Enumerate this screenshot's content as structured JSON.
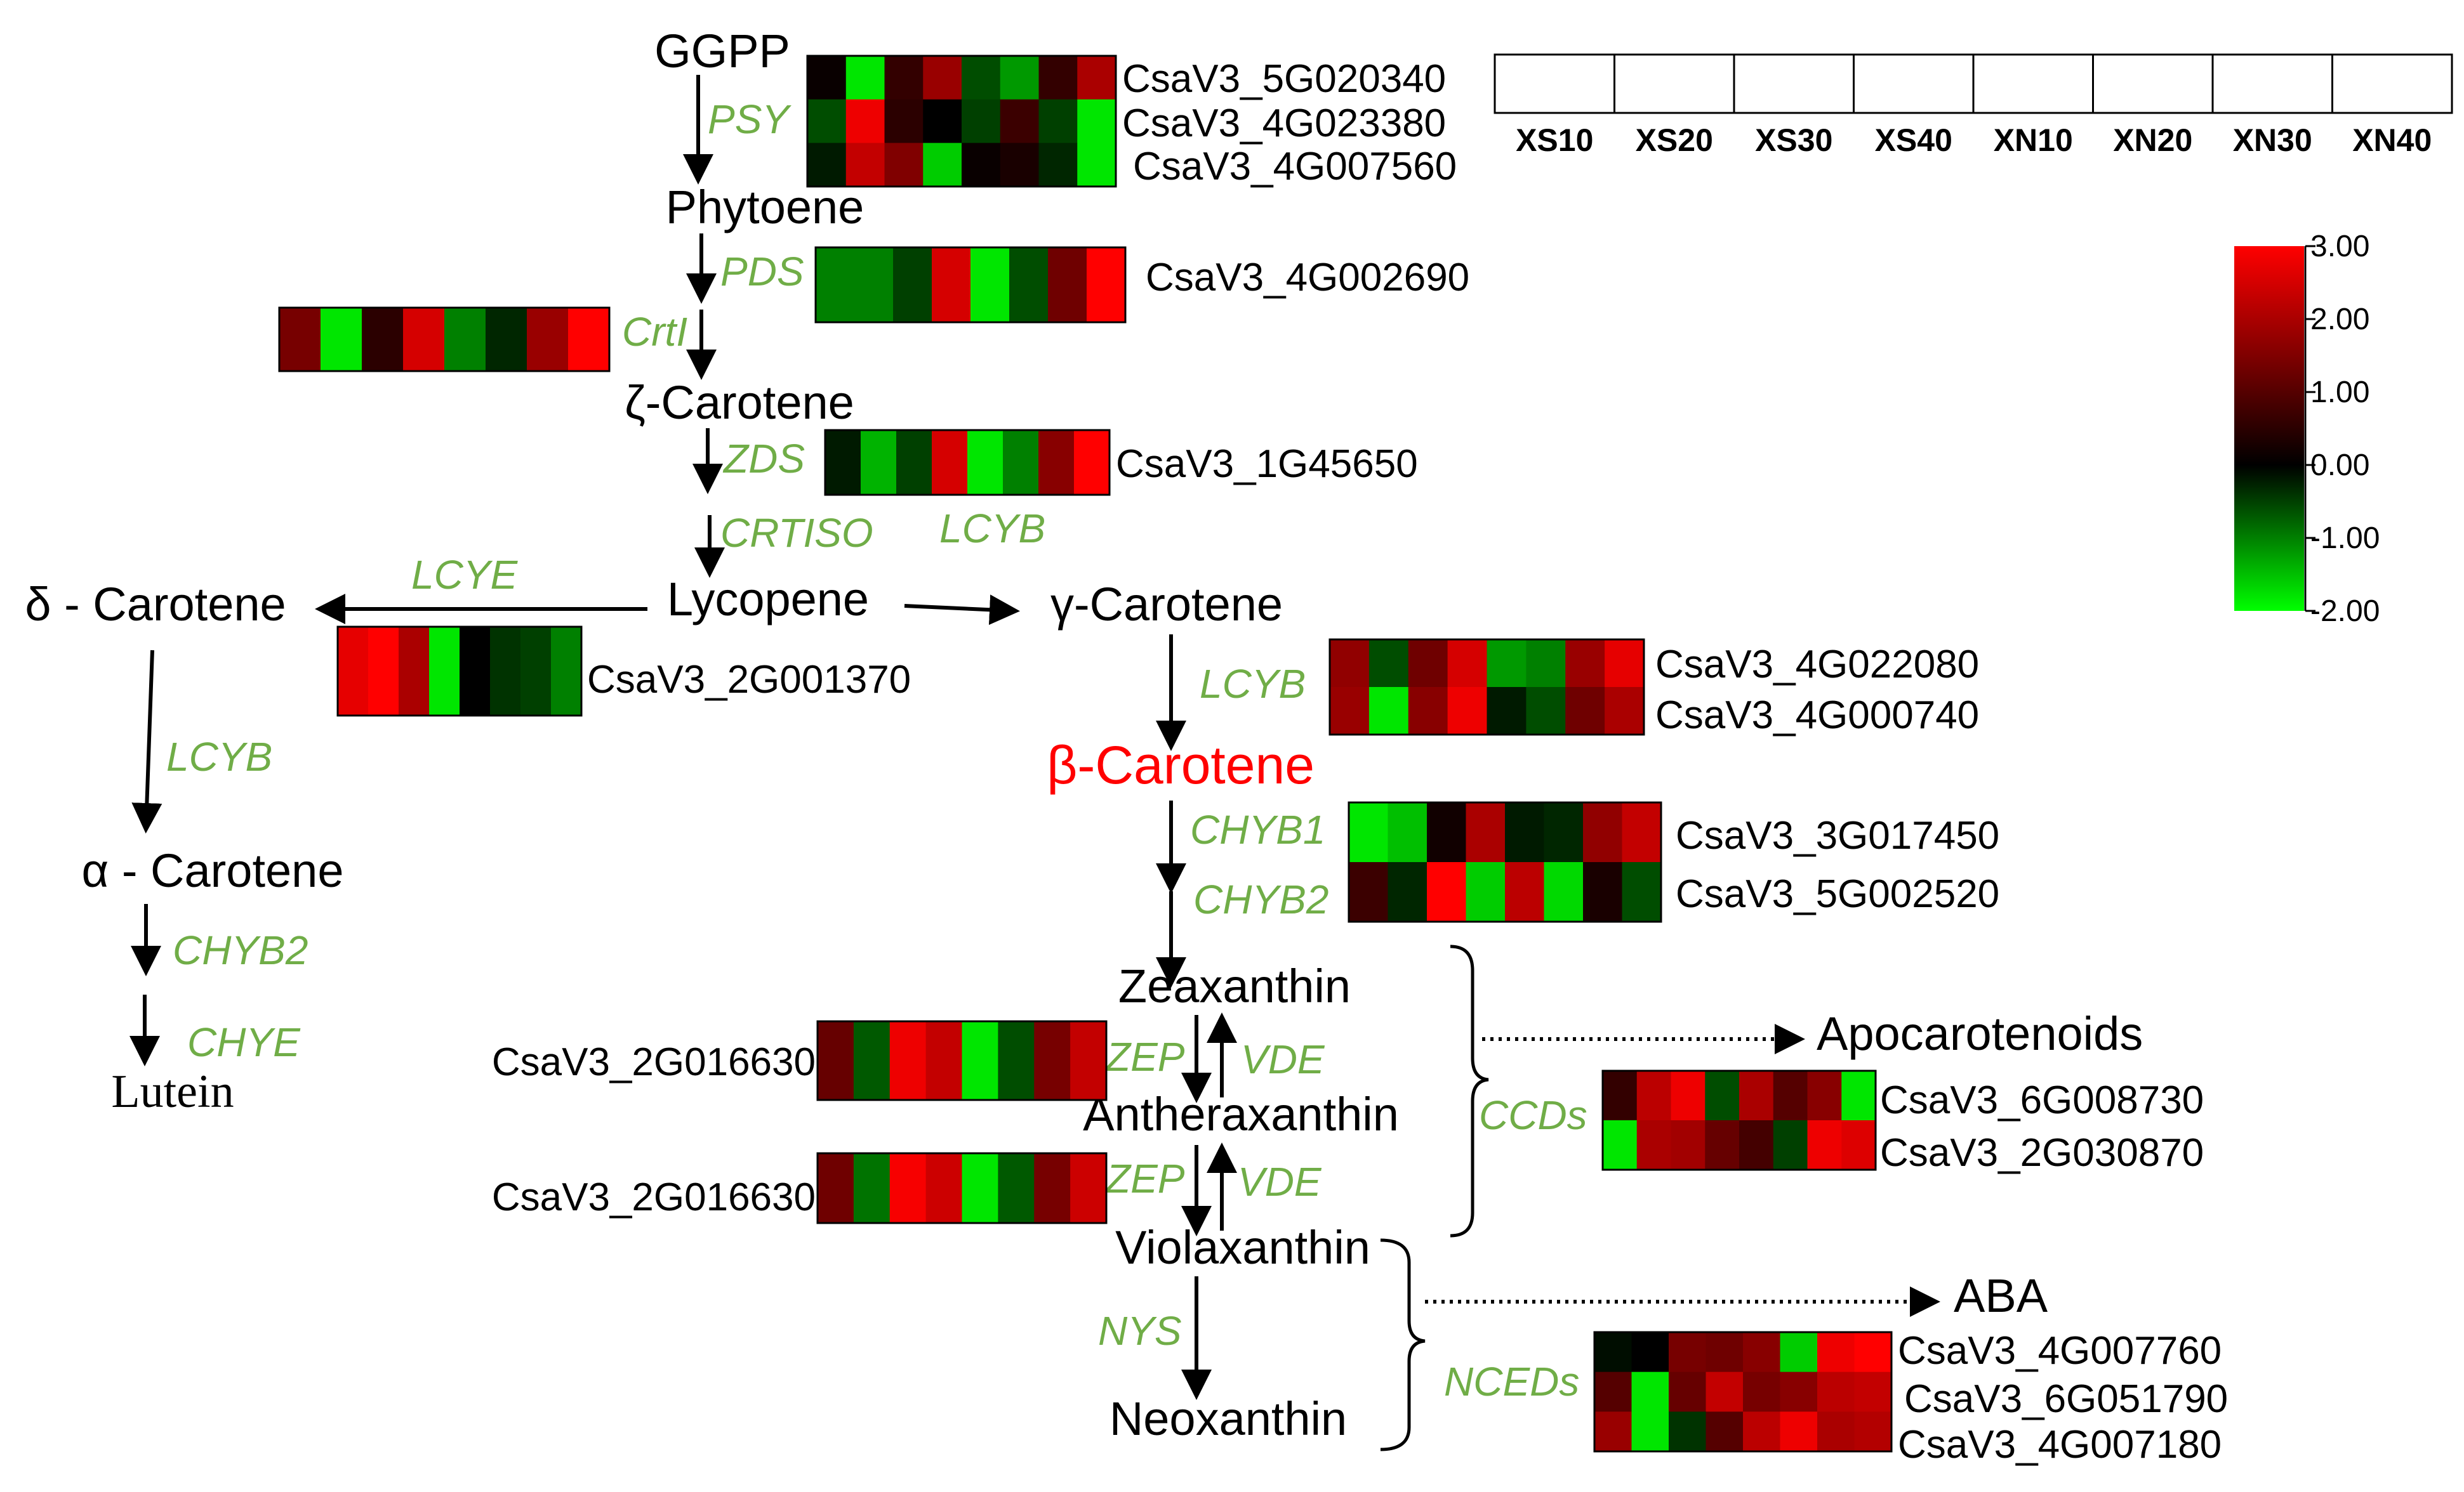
{
  "metabolites": {
    "ggpp": "GGPP",
    "phytoene": "Phytoene",
    "zeta_carotene": "ζ-Carotene",
    "lycopene": "Lycopene",
    "delta_carotene": "δ - Carotene",
    "gamma_carotene": "γ-Carotene",
    "beta_carotene": "β-Carotene",
    "alpha_carotene": "α - Carotene",
    "lutein": "Lutein",
    "zeaxanthin": "Zeaxanthin",
    "antheraxanthin": "Antheraxanthin",
    "violaxanthin": "Violaxanthin",
    "neoxanthin": "Neoxanthin",
    "apocarotenoids": "Apocarotenoids",
    "aba": "ABA"
  },
  "enzymes": {
    "psy": "PSY",
    "pds": "PDS",
    "crti": "CrtI",
    "zds": "ZDS",
    "crtiso": "CRTISO",
    "lcyb_top": "LCYB",
    "lcye": "LCYE",
    "lcyb_left": "LCYB",
    "lcyb_right": "LCYB",
    "chyb2_left": "CHYB2",
    "chye": "CHYE",
    "chyb1": "CHYB1",
    "chyb2_right": "CHYB2",
    "zep1": "ZEP",
    "vde1": "VDE",
    "zep2": "ZEP",
    "vde2": "VDE",
    "ccds": "CCDs",
    "nys": "NYS",
    "nceds": "NCEDs"
  },
  "samples": [
    "XS10",
    "XS20",
    "XS30",
    "XS40",
    "XN10",
    "XN20",
    "XN30",
    "XN40"
  ],
  "color_scale": {
    "ticks": [
      "3.00",
      "2.00",
      "1.00",
      "0.00",
      "-1.00",
      "-2.00"
    ],
    "min": -2,
    "max": 3,
    "low_color": "#00FF00",
    "mid_color": "#000000",
    "high_color": "#FF0000"
  },
  "heatmaps": {
    "psy": {
      "genes": [
        "CsaV3_5G020340",
        "CsaV3_4G023380",
        "CsaV3_4G007560"
      ],
      "values": [
        [
          0.1,
          -1.8,
          0.6,
          1.8,
          -0.6,
          -1.2,
          0.6,
          2.0
        ],
        [
          -0.6,
          2.8,
          0.5,
          0.0,
          -0.5,
          0.7,
          -0.5,
          -1.8
        ],
        [
          -0.2,
          2.3,
          1.5,
          -1.6,
          0.1,
          0.3,
          -0.3,
          -1.8
        ]
      ]
    },
    "pds": {
      "genes": [
        "CsaV3_4G002690"
      ],
      "values": [
        [
          -1.0,
          -1.0,
          -0.5,
          2.5,
          -1.8,
          -0.6,
          1.3,
          3.0
        ]
      ]
    },
    "crti": {
      "genes": [],
      "values": [
        [
          1.4,
          -1.8,
          0.5,
          2.5,
          -1.0,
          -0.3,
          1.8,
          3.0
        ]
      ]
    },
    "zds": {
      "genes": [
        "CsaV3_1G45650"
      ],
      "values": [
        [
          -0.2,
          -1.4,
          -0.5,
          2.5,
          -1.8,
          -1.0,
          1.6,
          3.0
        ]
      ]
    },
    "lcye": {
      "genes": [
        "CsaV3_2G001370"
      ],
      "values": [
        [
          2.7,
          3.0,
          2.0,
          -1.8,
          0.0,
          -0.4,
          -0.5,
          -1.0
        ]
      ]
    },
    "lcyb": {
      "genes": [
        "CsaV3_4G022080",
        "CsaV3_4G000740"
      ],
      "values": [
        [
          1.7,
          -0.6,
          1.3,
          2.5,
          -1.2,
          -1.0,
          1.8,
          2.7
        ],
        [
          1.8,
          -1.8,
          1.6,
          2.8,
          -0.2,
          -0.6,
          1.3,
          2.0
        ]
      ]
    },
    "chyb": {
      "genes": [
        "CsaV3_3G017450",
        "CsaV3_5G002520"
      ],
      "values": [
        [
          -1.8,
          -1.5,
          0.2,
          2.0,
          -0.2,
          -0.3,
          1.7,
          2.3
        ],
        [
          0.7,
          -0.3,
          3.0,
          -1.6,
          2.2,
          -1.7,
          0.3,
          -0.6
        ]
      ]
    },
    "zep1": {
      "genes": [
        "CsaV3_2G016630"
      ],
      "values": [
        [
          1.2,
          -0.7,
          2.8,
          2.3,
          -1.8,
          -0.6,
          1.4,
          2.3
        ]
      ]
    },
    "zep2": {
      "genes": [
        "CsaV3_2G016630"
      ],
      "values": [
        [
          1.3,
          -0.9,
          2.9,
          2.4,
          -1.8,
          -0.7,
          1.4,
          2.4
        ]
      ]
    },
    "ccds": {
      "genes": [
        "CsaV3_6G008730",
        "CsaV3_2G030870"
      ],
      "values": [
        [
          0.6,
          2.2,
          2.8,
          -0.6,
          2.0,
          1.0,
          1.6,
          -1.8
        ],
        [
          -1.8,
          2.0,
          1.9,
          1.2,
          0.8,
          -0.5,
          2.8,
          2.6
        ]
      ]
    },
    "nceds": {
      "genes": [
        "CsaV3_4G007760",
        "CsaV3_6G051790",
        "CsaV3_4G007180"
      ],
      "values": [
        [
          -0.1,
          0.0,
          1.4,
          1.3,
          1.6,
          -1.6,
          2.8,
          3.0
        ],
        [
          1.0,
          -1.8,
          1.2,
          2.3,
          1.4,
          1.6,
          2.2,
          2.3
        ],
        [
          1.8,
          -1.8,
          -0.4,
          1.0,
          2.2,
          2.8,
          2.0,
          2.1
        ]
      ]
    }
  }
}
